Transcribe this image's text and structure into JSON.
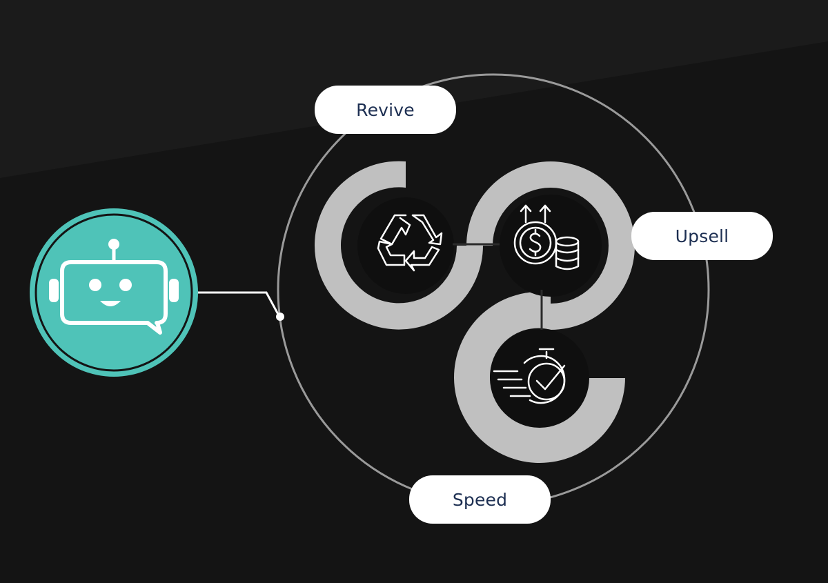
{
  "labels": {
    "revive": "Revive",
    "upsell": "Upsell",
    "speed": "Speed"
  },
  "icons": {
    "bot": "chatbot-icon",
    "revive": "recycle-icon",
    "upsell": "money-growth-icon",
    "speed": "stopwatch-check-icon"
  },
  "colors": {
    "background": "#141414",
    "accent_teal": "#4fc3b8",
    "ring_gray": "#c0c0c0",
    "outline": "#9a9a9a",
    "label_text": "#1d2f52",
    "label_bg": "#ffffff"
  }
}
